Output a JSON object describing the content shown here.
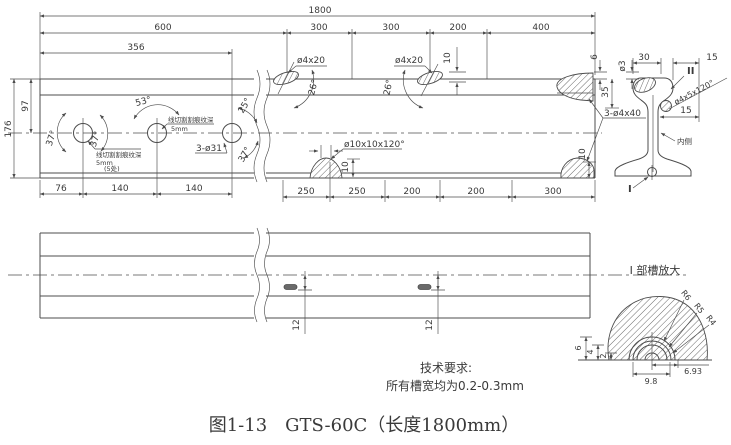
{
  "caption": {
    "text": "图1-13　GTS-60C（长度1800mm）",
    "color": "#1766c4"
  },
  "tech_requirements": {
    "title": "技术要求:",
    "line": "所有槽宽均为0.2-0.3mm"
  },
  "main_view": {
    "top_dims": {
      "overall": "1800",
      "d600": "600",
      "d356": "356",
      "d300a": "300",
      "d300b": "300",
      "d200": "200",
      "d400": "400"
    },
    "left_dims": {
      "height": "176",
      "to_center": "97"
    },
    "hole_spacing": {
      "d76": "76",
      "d140a": "140",
      "d140b": "140"
    },
    "bottom_dims": {
      "d250a": "250",
      "d250b": "250",
      "d200a": "200",
      "d200b": "200",
      "d300": "300"
    },
    "angles": {
      "hole1_left": "37°",
      "hole1_right": "37°",
      "hole2_top": "53°",
      "hole3_top": "25°",
      "hole3_bottom": "37°",
      "slot1": "26°",
      "slot2": "26°"
    },
    "callouts": {
      "holes": "3-ø31",
      "slot1": "ø4x20",
      "slot2": "ø4x20",
      "bottom_bump": "ø10x10x120°",
      "end_holes": "3-ø4x40",
      "wirecut_note": "线切割割痕纹深",
      "wirecut_depth": "5mm",
      "wirecut_places": "(5处)",
      "d10_mid": "10",
      "d10_bump": "10",
      "d10_end": "10",
      "d6_end": "6",
      "d35_end": "35"
    }
  },
  "cross_section": {
    "d30": "30",
    "d15_top": "15",
    "d15_side": "15",
    "dia3": "ø3",
    "mark_II": "II",
    "mark_I": "I",
    "hole_callout": "ø4x5x120°",
    "inner_side": "内侧"
  },
  "plan_view": {
    "d12a": "12",
    "d12b": "12"
  },
  "detail_view": {
    "title": "I 部槽放大",
    "r6": "R6",
    "r5": "R5",
    "r4": "R4",
    "d6": "6",
    "d4": "4",
    "d2": "2",
    "d98": "9.8",
    "d693": "6.93"
  }
}
